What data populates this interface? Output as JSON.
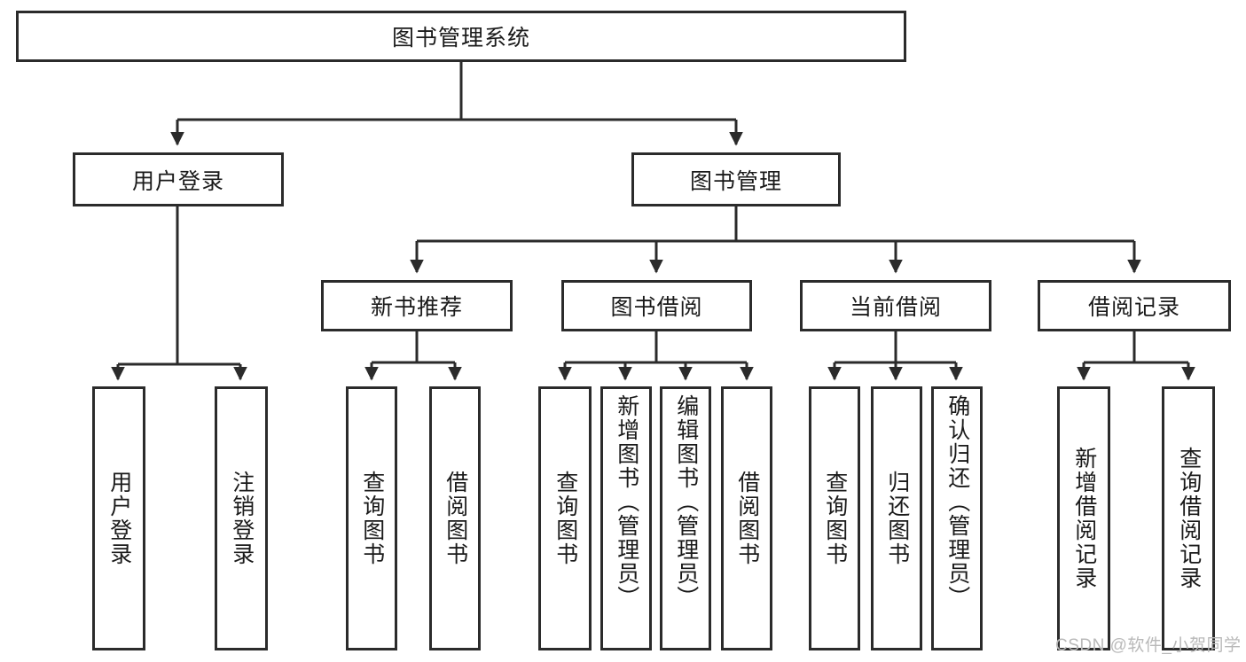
{
  "diagram": {
    "type": "tree-hierarchy-chart",
    "title": "图书管理系统",
    "stroke_color": "#2b2b2b",
    "background_color": "#ffffff",
    "levels": [
      {
        "level": 1,
        "nodes": [
          {
            "id": "root",
            "label": "图书管理系统",
            "orientation": "horizontal"
          }
        ]
      },
      {
        "level": 2,
        "nodes": [
          {
            "id": "login",
            "label": "用户登录",
            "orientation": "horizontal",
            "parent": "root"
          },
          {
            "id": "bookmgmt",
            "label": "图书管理",
            "orientation": "horizontal",
            "parent": "root"
          }
        ]
      },
      {
        "level": 3,
        "nodes": [
          {
            "id": "newbook",
            "label": "新书推荐",
            "orientation": "horizontal",
            "parent": "bookmgmt"
          },
          {
            "id": "borrow",
            "label": "图书借阅",
            "orientation": "horizontal",
            "parent": "bookmgmt"
          },
          {
            "id": "current",
            "label": "当前借阅",
            "orientation": "horizontal",
            "parent": "bookmgmt"
          },
          {
            "id": "record",
            "label": "借阅记录",
            "orientation": "horizontal",
            "parent": "bookmgmt"
          }
        ]
      },
      {
        "level": 4,
        "nodes": [
          {
            "id": "leaf1",
            "label": "用户登录",
            "orientation": "vertical",
            "parent": "login"
          },
          {
            "id": "leaf2",
            "label": "注销登录",
            "orientation": "vertical",
            "parent": "login"
          },
          {
            "id": "leaf3",
            "label": "查询图书",
            "orientation": "vertical",
            "parent": "newbook"
          },
          {
            "id": "leaf4",
            "label": "借阅图书",
            "orientation": "vertical",
            "parent": "newbook"
          },
          {
            "id": "leaf5",
            "label": "查询图书",
            "orientation": "vertical",
            "parent": "borrow"
          },
          {
            "id": "leaf6",
            "label": "新增图书（管理员）",
            "orientation": "vertical",
            "parent": "borrow"
          },
          {
            "id": "leaf7",
            "label": "编辑图书（管理员）",
            "orientation": "vertical",
            "parent": "borrow"
          },
          {
            "id": "leaf8",
            "label": "借阅图书",
            "orientation": "vertical",
            "parent": "borrow"
          },
          {
            "id": "leaf9",
            "label": "查询图书",
            "orientation": "vertical",
            "parent": "current"
          },
          {
            "id": "leaf10",
            "label": "归还图书",
            "orientation": "vertical",
            "parent": "current"
          },
          {
            "id": "leaf11",
            "label": "确认归还（管理员）",
            "orientation": "vertical",
            "parent": "current"
          },
          {
            "id": "leaf12",
            "label": "新增借阅记录",
            "orientation": "vertical",
            "parent": "record"
          },
          {
            "id": "leaf13",
            "label": "查询借阅记录",
            "orientation": "vertical",
            "parent": "record"
          }
        ]
      }
    ]
  },
  "watermark": {
    "text": "CSDN @软件_小贺同学"
  }
}
